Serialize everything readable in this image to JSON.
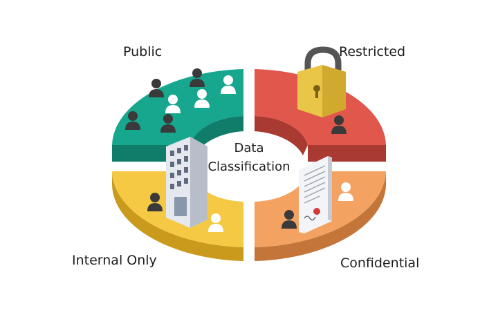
{
  "diagram": {
    "center": {
      "line1": "Data",
      "line2": "Classification"
    },
    "segments": [
      {
        "key": "public",
        "label": "Public",
        "color": "#16a78e",
        "side_color": "#0f7d6a"
      },
      {
        "key": "restricted",
        "label": "Restricted",
        "color": "#e2574c",
        "side_color": "#a93a32"
      },
      {
        "key": "internal",
        "label": "Internal Only",
        "color": "#f6c945",
        "side_color": "#c99a1b"
      },
      {
        "key": "confidential",
        "label": "Confidential",
        "color": "#f4a261",
        "side_color": "#c4763a"
      }
    ],
    "icons": [
      "people-icon",
      "padlock-icon",
      "office-building-icon",
      "signed-document-icon"
    ]
  }
}
